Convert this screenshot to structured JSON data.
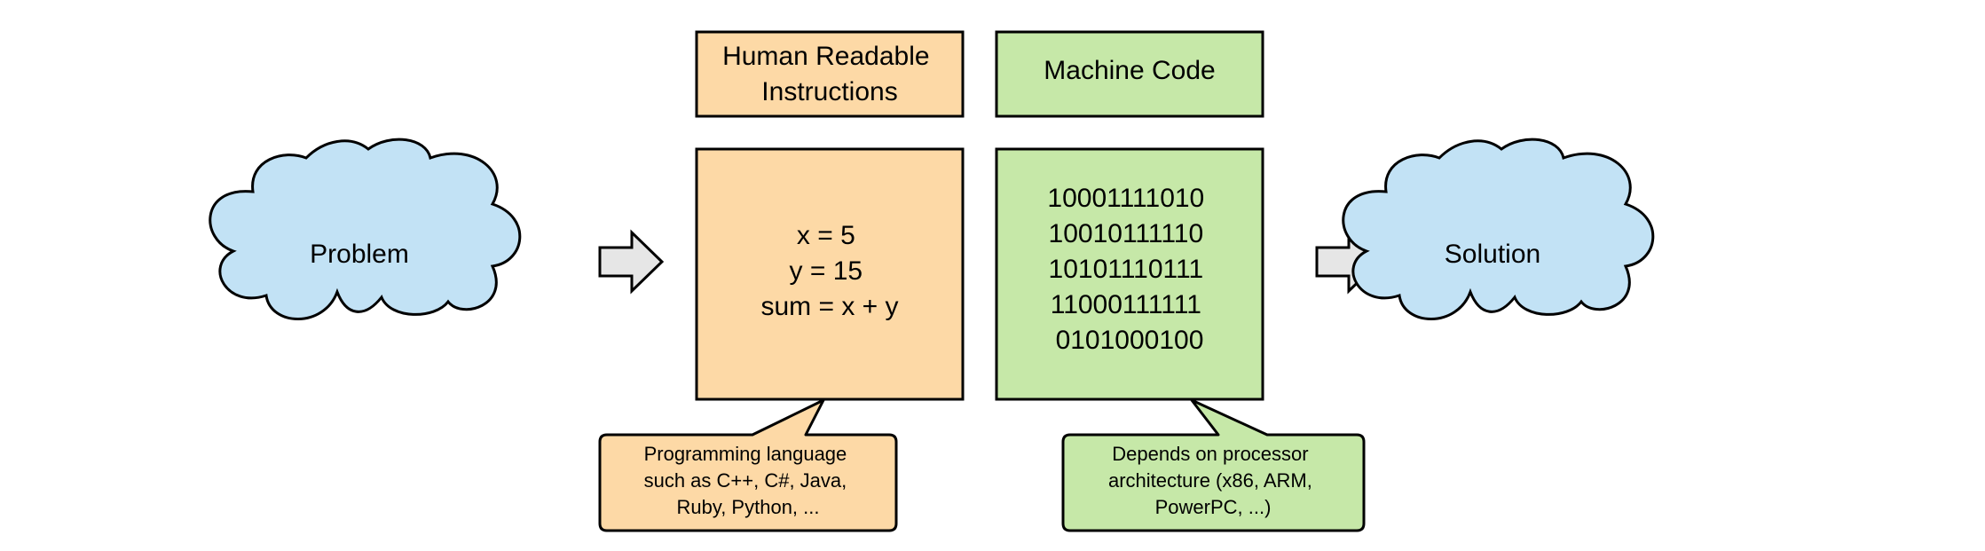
{
  "colors": {
    "cloud_fill": "#c2e2f5",
    "human_fill": "#fdd9a6",
    "machine_fill": "#c6e8a8",
    "arrow_fill": "#e6e6e6",
    "stroke": "#000000",
    "background": "#ffffff"
  },
  "problem": {
    "label": "Problem",
    "shape": "cloud"
  },
  "solution": {
    "label": "Solution",
    "shape": "cloud"
  },
  "arrows": [
    {
      "from": "problem",
      "to": "human_code",
      "icon": "right-arrow-icon"
    },
    {
      "from": "machine_code",
      "to": "solution",
      "icon": "right-arrow-icon"
    }
  ],
  "human": {
    "header_lines": [
      "Human Readable",
      "Instructions"
    ],
    "code_lines": [
      "x = 5",
      "y = 15",
      "sum = x + y"
    ],
    "callout_lines": [
      "Programming language",
      "such as C++, C#, Java,",
      "Ruby, Python, ..."
    ]
  },
  "machine": {
    "header_lines": [
      "Machine Code"
    ],
    "code_lines": [
      "10001111010",
      "10010111110",
      "10101110111",
      "11000111111",
      "0101000100"
    ],
    "callout_lines": [
      "Depends on processor",
      "architecture (x86, ARM,",
      "PowerPC, ...)"
    ]
  }
}
